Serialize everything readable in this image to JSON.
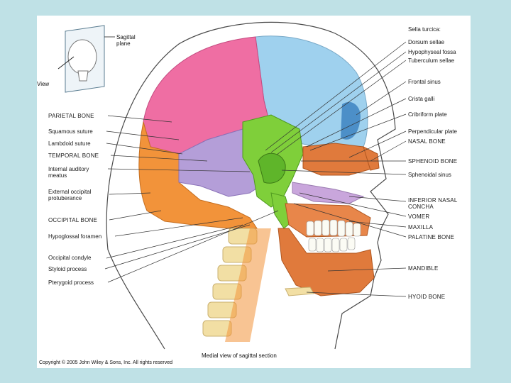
{
  "diagram": {
    "labels_left": {
      "parietal_bone": "PARIETAL BONE",
      "squamous_suture": "Squamous suture",
      "lambdoid_suture": "Lambdoid suture",
      "temporal_bone": "TEMPORAL BONE",
      "internal_auditory_1": "Internal auditory",
      "internal_auditory_2": "meatus",
      "external_occipital_1": "External occipital",
      "external_occipital_2": "protuberance",
      "occipital_bone": "OCCIPITAL BONE",
      "hypoglossal_foramen": "Hypoglossal foramen",
      "occipital_condyle": "Occipital condyle",
      "styloid_process": "Styloid process",
      "pterygoid_process": "Pterygoid process"
    },
    "labels_right": {
      "sella_turcica": "Sella turcica:",
      "dorsum_sellae": "Dorsum sellae",
      "hypophyseal_fossa": "Hypophyseal fossa",
      "tuberculum_sellae": "Tuberculum sellae",
      "frontal_sinus": "Frontal sinus",
      "crista_galli": "Crista galli",
      "cribriform_plate": "Cribriform plate",
      "perpendicular_plate": "Perpendicular plate",
      "nasal_bone": "NASAL BONE",
      "sphenoid_bone": "SPHENOID BONE",
      "sphenoidal_sinus": "Sphenoidal sinus",
      "inferior_nasal_1": "INFERIOR NASAL",
      "inferior_nasal_2": "CONCHA",
      "vomer": "VOMER",
      "maxilla": "MAXILLA",
      "palatine_bone": "PALATINE BONE",
      "mandible": "MANDIBLE",
      "hyoid_bone": "HYOID BONE"
    },
    "inset": {
      "sagittal_1": "Sagittal",
      "sagittal_2": "plane",
      "view": "View"
    },
    "caption": "Medial view of sagittal section",
    "copyright": "Copyright © 2005 John Wiley & Sons, Inc. All rights reserved",
    "colors": {
      "parietal": "#ef6ea3",
      "frontal": "#9fd1ee",
      "occipital": "#f2933a",
      "temporal": "#b49ed8",
      "sphenoid": "#7fcf3a",
      "nasal_maxilla": "#e07a3c",
      "vertebra": "#f2dfa4",
      "background": "#bfe1e6"
    }
  }
}
